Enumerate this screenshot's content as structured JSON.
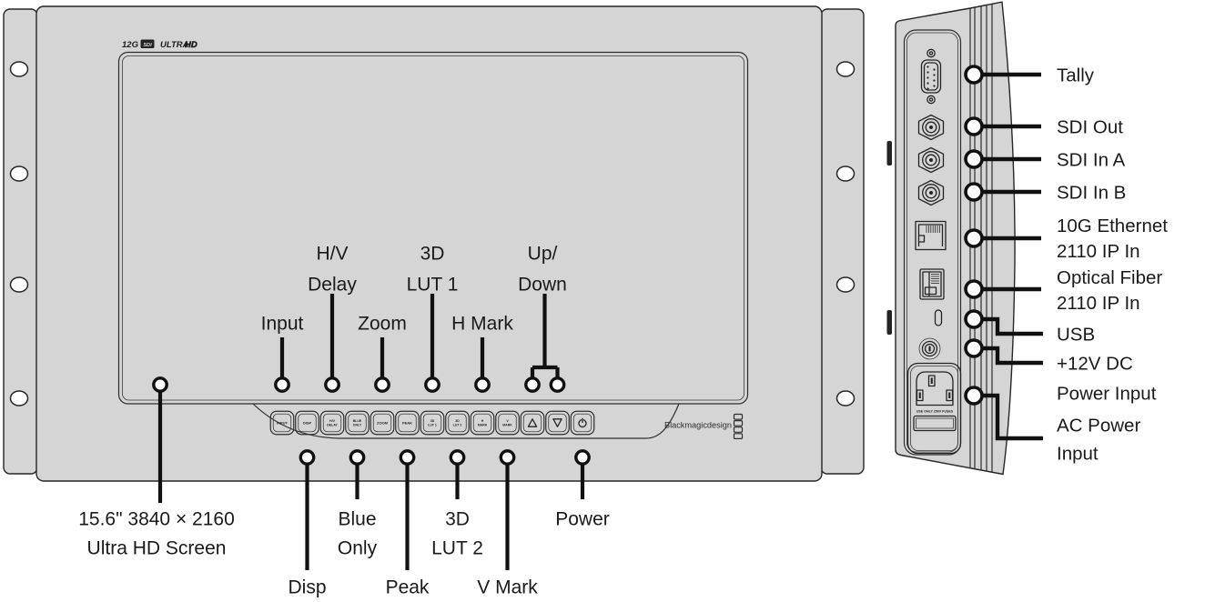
{
  "device": {
    "brand": "Blackmagicdesign",
    "model_logo": {
      "g12": "12G",
      "sdi": "SDI",
      "ultra": "ULTRA",
      "hd": "HD"
    }
  },
  "front": {
    "buttons": [
      {
        "name": "input",
        "lines": [
          "INPUT"
        ]
      },
      {
        "name": "disp",
        "lines": [
          "DISP"
        ]
      },
      {
        "name": "hv-delay",
        "lines": [
          "H/V",
          "DELAY"
        ]
      },
      {
        "name": "blue-only",
        "lines": [
          "BLUE",
          "ONLY"
        ]
      },
      {
        "name": "zoom",
        "lines": [
          "ZOOM"
        ]
      },
      {
        "name": "peak",
        "lines": [
          "PEAK"
        ]
      },
      {
        "name": "3d-lut-1",
        "lines": [
          "3D",
          "LUT 1"
        ]
      },
      {
        "name": "3d-lut-2",
        "lines": [
          "3D",
          "LUT 2"
        ]
      },
      {
        "name": "h-mark",
        "lines": [
          "H",
          "MARK"
        ]
      },
      {
        "name": "v-mark",
        "lines": [
          "V",
          "MARK"
        ]
      },
      {
        "name": "up",
        "icon": "up-triangle-icon"
      },
      {
        "name": "down",
        "icon": "down-triangle-icon"
      },
      {
        "name": "power",
        "icon": "power-icon"
      }
    ],
    "callouts_above": [
      {
        "lines": [
          "Input"
        ]
      },
      {
        "lines": [
          "H/V",
          "Delay"
        ]
      },
      {
        "lines": [
          "Zoom"
        ]
      },
      {
        "lines": [
          "3D",
          "LUT 1"
        ]
      },
      {
        "lines": [
          "H Mark"
        ]
      },
      {
        "lines": [
          "Up/",
          "Down"
        ]
      }
    ],
    "callouts_below": [
      {
        "lines": [
          "15.6\" 3840 × 2160",
          "Ultra HD Screen"
        ]
      },
      {
        "lines": [
          "Disp"
        ]
      },
      {
        "lines": [
          "Blue",
          "Only"
        ]
      },
      {
        "lines": [
          "Peak"
        ]
      },
      {
        "lines": [
          "3D",
          "LUT 2"
        ]
      },
      {
        "lines": [
          "V Mark"
        ]
      },
      {
        "lines": [
          "Power"
        ]
      }
    ]
  },
  "side": {
    "labels": [
      {
        "lines": [
          "Tally"
        ]
      },
      {
        "lines": [
          "SDI Out"
        ]
      },
      {
        "lines": [
          "SDI In A"
        ]
      },
      {
        "lines": [
          "SDI In B"
        ]
      },
      {
        "lines": [
          "10G Ethernet",
          "2110 IP In"
        ]
      },
      {
        "lines": [
          "Optical Fiber",
          "2110 IP In"
        ]
      },
      {
        "lines": [
          "USB"
        ]
      },
      {
        "lines": [
          "+12V DC",
          "Power Input"
        ]
      },
      {
        "lines": [
          "AC Power",
          "Input"
        ]
      }
    ],
    "ac_text": "USE ONLY 250V FUSES"
  },
  "colors": {
    "panel": "#d5d5d5",
    "line": "#101010",
    "background": "#ffffff"
  }
}
